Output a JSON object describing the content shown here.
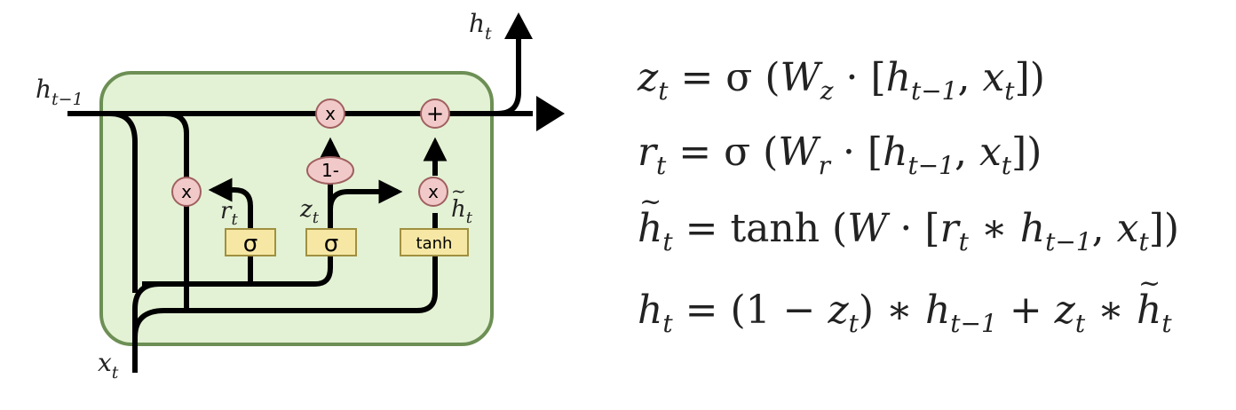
{
  "diagram": {
    "labels": {
      "h_out": "h",
      "h_out_sub": "t",
      "h_prev": "h",
      "h_prev_sub": "t−1",
      "x_in": "x",
      "x_in_sub": "t",
      "r_gate": "r",
      "r_gate_sub": "t",
      "z_gate": "z",
      "z_gate_sub": "t",
      "h_tilde": "h",
      "h_tilde_sub": "t"
    },
    "ops": {
      "mult": "x",
      "add": "+",
      "one_minus": "1-",
      "sigma": "σ",
      "tanh": "tanh"
    },
    "colors": {
      "cell_fill": "#e3f2d4",
      "cell_border": "#6d8f55",
      "gate_fill": "#f6e8a4",
      "gate_border": "#a09040",
      "op_fill": "#f2c9c9",
      "op_border": "#a06060",
      "line": "#000000"
    }
  },
  "equations": [
    "z_t = σ (W_z · [h_{t−1}, x_t])",
    "r_t = σ (W_r · [h_{t−1}, x_t])",
    "h̃_t = tanh (W · [r_t ∗ h_{t−1}, x_t])",
    "h_t = (1 − z_t) ∗ h_{t−1} + z_t ∗ h̃_t"
  ]
}
